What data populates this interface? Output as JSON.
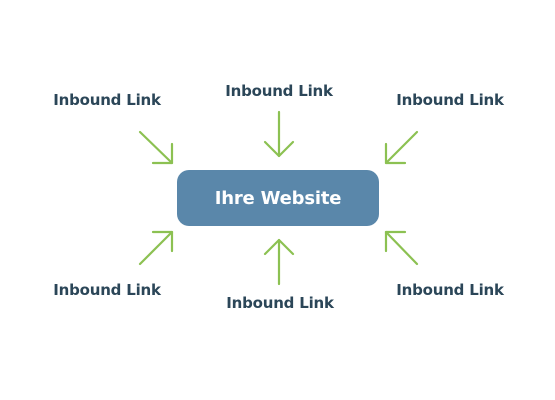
{
  "center": {
    "label": "Ihre Website"
  },
  "links": {
    "top_left": "Inbound Link",
    "top_center": "Inbound Link",
    "top_right": "Inbound Link",
    "bottom_left": "Inbound Link",
    "bottom_center": "Inbound Link",
    "bottom_right": "Inbound Link"
  },
  "colors": {
    "arrow": "#8cc152",
    "box": "#5a87aa",
    "label_text": "#2b4658",
    "box_text": "#ffffff"
  }
}
